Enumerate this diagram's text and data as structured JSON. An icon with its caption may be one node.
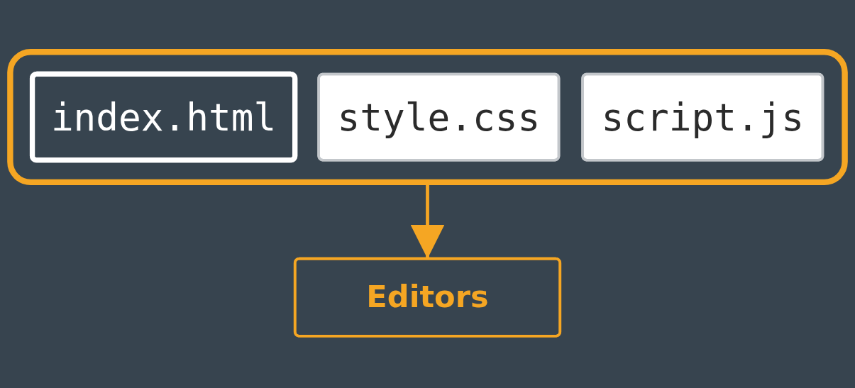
{
  "diagram": {
    "nodes": [
      {
        "text": [],
        "shape": "box"
      },
      {
        "text": [
          "index.html"
        ],
        "in": 0
      },
      {
        "text": [
          "style.css"
        ],
        "in": 0
      },
      {
        "text": [
          "script.js"
        ],
        "in": 0
      },
      {
        "text": [
          "Editors"
        ]
      }
    ],
    "edges": [
      {
        "from": 0,
        "to": 4,
        "arrow": "to"
      }
    ]
  }
}
